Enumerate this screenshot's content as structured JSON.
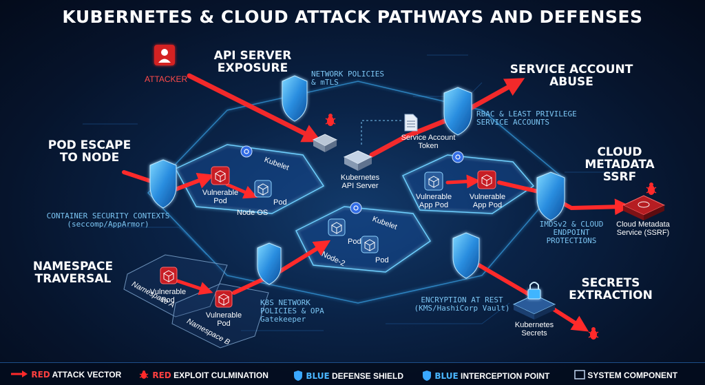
{
  "title": "KUBERNETES & CLOUD ATTACK PATHWAYS AND DEFENSES",
  "headings": {
    "api_server_exposure": "API SERVER EXPOSURE",
    "service_account_abuse": "SERVICE ACCOUNT ABUSE",
    "pod_escape": "POD ESCAPE TO NODE",
    "cloud_metadata": "CLOUD METADATA SSRF",
    "namespace_traversal": "NAMESPACE TRAVERSAL",
    "secrets_extraction": "SECRETS EXTRACTION"
  },
  "attacker_label": "ATTACKER",
  "defenses": {
    "network_policies_mtls": "NETWORK POLICIES & mTLS",
    "rbac": "RBAC & LEAST PRIVILEGE SERVICE ACCOUNTS",
    "container_security": "CONTAINER SECURITY CONTEXTS (seccomp/AppArmor)",
    "imdsv2": "IMDSv2 & CLOUD ENDPOINT PROTECTIONS",
    "k8s_network_policies": "K8S NETWORK POLICIES & OPA Gatekeeper",
    "encryption_at_rest": "ENCRYPTION AT REST (KMS/HashiCorp Vault)"
  },
  "components": {
    "service_account_token": "Service Account Token",
    "kubernetes_api_server": "Kubernetes API Server",
    "kubelet_1": "Kubelet",
    "kubelet_2": "Kubelet",
    "vulnerable_pod_node1": "Vulnerable Pod",
    "pod_node1": "Pod",
    "node_os": "Node OS",
    "pod_node2_a": "Pod",
    "pod_node2_b": "Pod",
    "node_2": "Node-2",
    "vulnerable_app_pod_1": "Vulnerable App Pod",
    "vulnerable_app_pod_2": "Vulnerable App Pod",
    "cloud_metadata_service": "Cloud Metadata Service (SSRF)",
    "vulnerable_pod_ns_a": "Vulnerable Pod",
    "vulnerable_pod_ns_b": "Vulnerable Pod",
    "namespace_a": "Namespace A",
    "namespace_b": "Namespace B",
    "kubernetes_secrets": "Kubernetes Secrets"
  },
  "legend": {
    "attack_vector_key": "RED",
    "attack_vector_label": " ATTACK VECTOR",
    "exploit_key": "RED",
    "exploit_label": " EXPLOIT CULMINATION",
    "shield_key": "BLUE",
    "shield_label": " DEFENSE SHIELD",
    "interception_key": "BLUE",
    "interception_label": " INTERCEPTION POINT",
    "component_label": "SYSTEM COMPONENT"
  },
  "colors": {
    "attack_red": "#ff2a2a",
    "defense_blue": "#3aa8ff",
    "glow_cyan": "#5fd0ff",
    "background": "#06142c"
  }
}
